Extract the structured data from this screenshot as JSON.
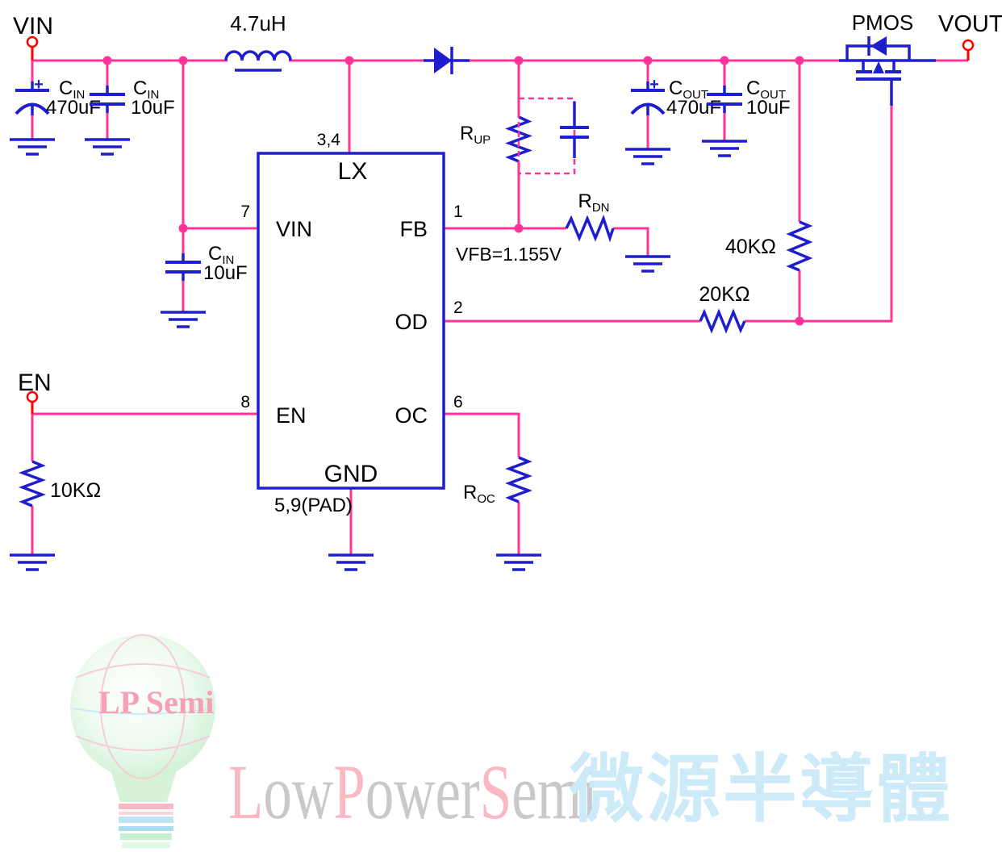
{
  "colors": {
    "wire": "#FF3399",
    "comp": "#1E1ECE",
    "term": "#FF0000",
    "ink": "#000000",
    "logo-green": "#D9F4DC",
    "logo-pink": "#F5A0B5",
    "wm-gray": "#C9C9C9",
    "wm-pink": "#F9B8C2",
    "cn-blue": "#CDEAF8"
  },
  "terminals": {
    "vin": "VIN",
    "en": "EN",
    "vout": "VOUT"
  },
  "inductor": {
    "value": "4.7uH"
  },
  "pmos": {
    "label": "PMOS"
  },
  "capacitors": {
    "cin_bulk": {
      "name": "C",
      "sub": "IN",
      "value": "470uF",
      "plus": "+"
    },
    "cin_cer": {
      "name": "C",
      "sub": "IN",
      "value": "10uF"
    },
    "cin_pin7": {
      "name": "C",
      "sub": "IN",
      "value": "10uF"
    },
    "cout_bulk": {
      "name": "C",
      "sub": "OUT",
      "value": "470uF",
      "plus": "+"
    },
    "cout_cer": {
      "name": "C",
      "sub": "OUT",
      "value": "10uF"
    }
  },
  "resistors": {
    "rup": {
      "name": "R",
      "sub": "UP"
    },
    "rdn": {
      "name": "R",
      "sub": "DN"
    },
    "roc": {
      "name": "R",
      "sub": "OC"
    },
    "r40k": {
      "value": "40KΩ"
    },
    "r20k": {
      "value": "20KΩ"
    },
    "r10k": {
      "value": "10KΩ"
    }
  },
  "ic": {
    "pins": {
      "lx": {
        "number": "3,4",
        "label": "LX"
      },
      "vin": {
        "number": "7",
        "label": "VIN"
      },
      "fb": {
        "number": "1",
        "label": "FB"
      },
      "od": {
        "number": "2",
        "label": "OD"
      },
      "en": {
        "number": "8",
        "label": "EN"
      },
      "oc": {
        "number": "6",
        "label": "OC"
      },
      "gnd": {
        "number": "5,9(PAD)",
        "label": "GND"
      }
    }
  },
  "annotations": {
    "vfb": "VFB=1.155V"
  },
  "branding": {
    "bulb_text": "LP Semi",
    "wordmark": {
      "s1": "L",
      "s2": "ow",
      "s3": "P",
      "s4": "ower",
      "s5": "S",
      "s6": "emi"
    },
    "chinese": "微源半導體"
  }
}
